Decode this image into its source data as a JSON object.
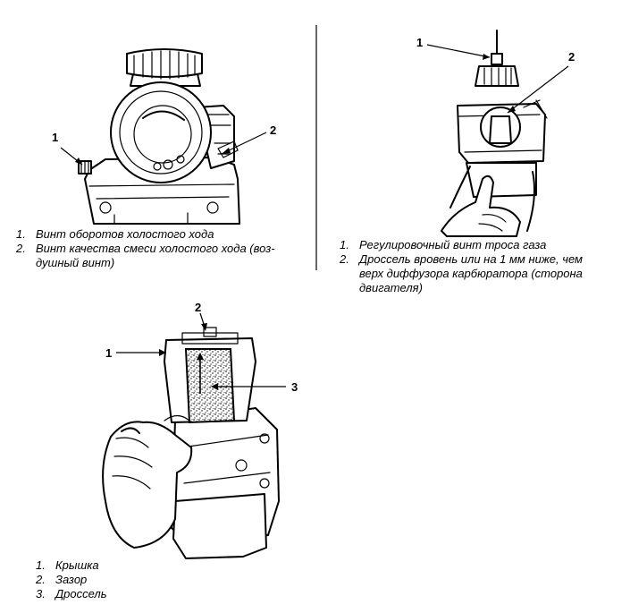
{
  "figures": [
    {
      "callouts": [
        "1",
        "2"
      ],
      "legend": [
        {
          "num": "1.",
          "text": "Винт оборотов холостого хода"
        },
        {
          "num": "2.",
          "text": "Винт качества смеси холостого хода (воз-",
          "cont": "душный винт)"
        }
      ]
    },
    {
      "callouts": [
        "1",
        "2"
      ],
      "legend": [
        {
          "num": "1.",
          "text": "Регулировочный винт троса газа"
        },
        {
          "num": "2.",
          "text": "Дроссель вровень или на 1 мм ниже, чем",
          "cont1": "верх диффузора карбюратора (сторона",
          "cont2": "двигателя)"
        }
      ]
    },
    {
      "callouts": [
        "1",
        "2",
        "3"
      ],
      "legend": [
        {
          "num": "1.",
          "text": "Крышка"
        },
        {
          "num": "2.",
          "text": "Зазор"
        },
        {
          "num": "3.",
          "text": "Дроссель"
        }
      ]
    }
  ]
}
